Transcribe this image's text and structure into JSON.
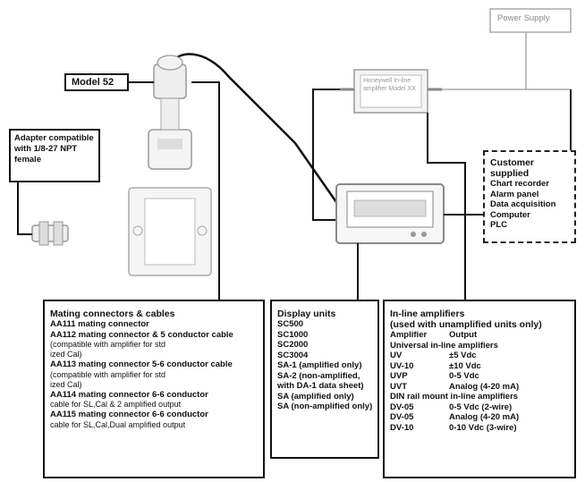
{
  "model_label": "Model 52",
  "adapter_label": "Adapter compatible with 1/8-27 NPT female",
  "power_supply": "Power Supply",
  "in_line_amp_device": "Honeywell In-line amplifier Model XX",
  "customer_supplied": {
    "title": "Customer supplied",
    "items": [
      "Chart recorder",
      "Alarm panel",
      "Data acquisition",
      "Computer",
      "PLC"
    ]
  },
  "mating": {
    "title": "Mating connectors & cables",
    "lines": [
      "AA111  mating connector",
      "AA112  mating connector & 5 conductor cable",
      "   (compatible with amplifier for std",
      "   ized Cal)",
      "AA113  mating connector 5-6 conductor cable",
      "   (compatible with amplifier for std",
      "   ized Cal)",
      "AA114  mating connector 6-6 conductor",
      "   cable for SL,Cal & 2 amplified output",
      "AA115  mating connector 6-6 conductor",
      "   cable for SL,Cal,Dual amplified output"
    ]
  },
  "display": {
    "title": "Display units",
    "lines": [
      "SC500",
      "SC1000",
      "SC2000",
      "SC3004",
      "SA-1 (amplified only)",
      "SA-2 (non-amplified,",
      "with DA-1 data sheet)",
      "SA (amplified only)",
      "SA (non-amplified only)"
    ]
  },
  "inline": {
    "title": "In-line amplifiers",
    "subtitle": "(used with unamplified units only)",
    "header": [
      "Amplifier",
      "Output"
    ],
    "section1": "Universal in-line amplifiers",
    "rows1": [
      [
        "UV",
        "±5 Vdc"
      ],
      [
        "UV-10",
        "±10 Vdc"
      ],
      [
        "UVP",
        "0-5 Vdc"
      ],
      [
        "UVT",
        "Analog (4-20 mA)"
      ]
    ],
    "section2": "DIN rail mount in-line amplifiers",
    "rows2": [
      [
        "DV-05",
        "0-5 Vdc (2-wire)"
      ],
      [
        "DV-05",
        "Analog (4-20 mA)"
      ],
      [
        "DV-10",
        "0-10 Vdc (3-wire)"
      ]
    ]
  }
}
